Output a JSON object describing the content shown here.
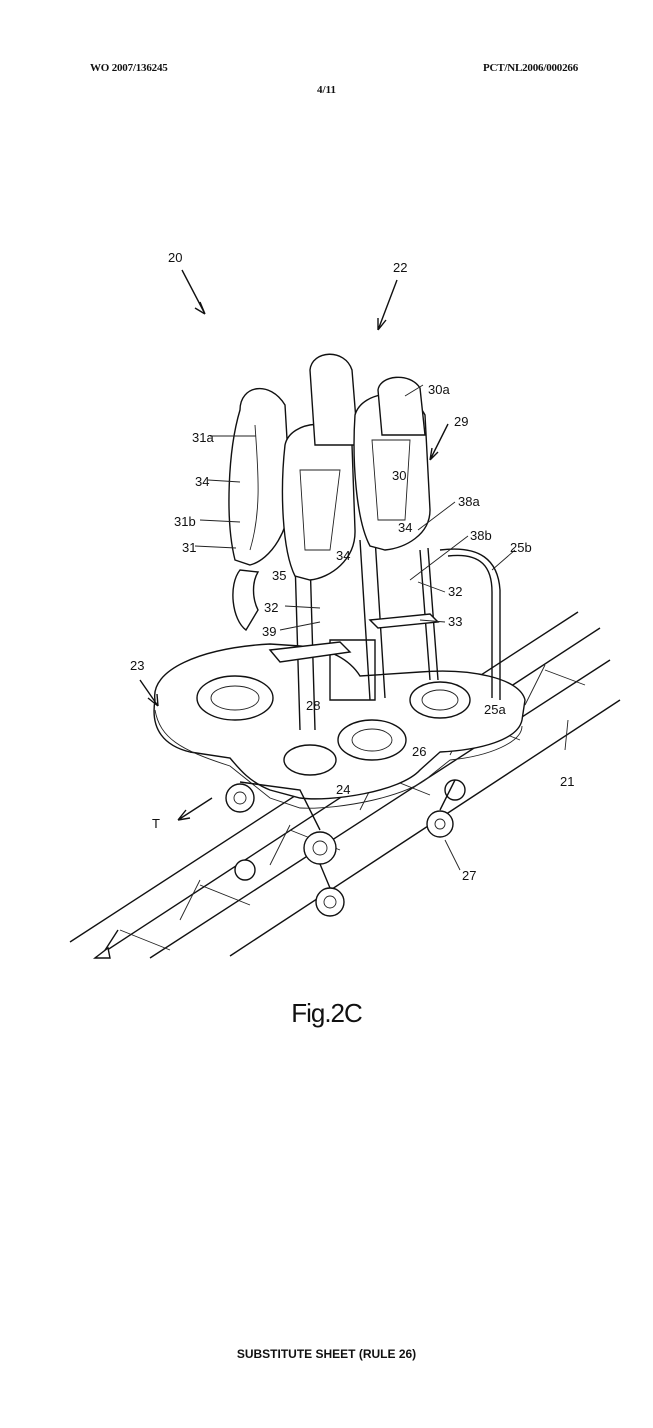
{
  "header": {
    "publication_number": "WO 2007/136245",
    "application_number": "PCT/NL2006/000266",
    "page_number": "4/11"
  },
  "figure": {
    "caption": "Fig.2C",
    "reference_numerals": [
      "20",
      "22",
      "30a",
      "29",
      "31a",
      "34",
      "31b",
      "31",
      "30",
      "38a",
      "38b",
      "25b",
      "35",
      "32",
      "39",
      "33",
      "23",
      "28",
      "25a",
      "26",
      "24",
      "21",
      "T",
      "27"
    ]
  },
  "footer": {
    "text": "SUBSTITUTE SHEET (RULE 26)"
  }
}
